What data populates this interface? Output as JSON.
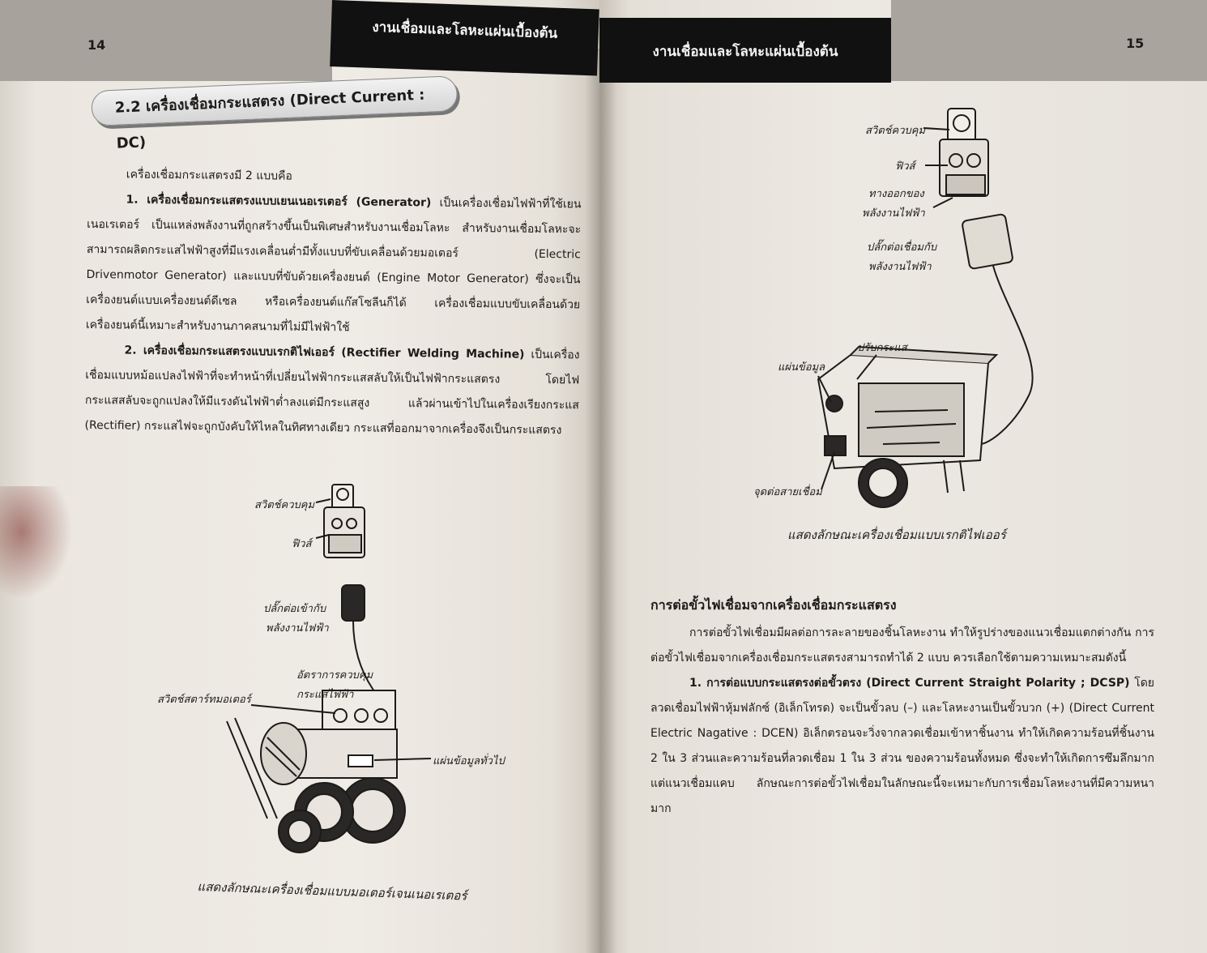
{
  "left_page": {
    "header": "งานเชื่อมและโลหะแผ่นเบื้องต้น",
    "page_number": "14",
    "section_title": "2.2 เครื่องเชื่อมกระแสตรง (Direct Current : DC)",
    "paragraphs": {
      "intro": "เครื่องเชื่อมกระแสตรงมี 2 แบบคือ",
      "p1_bold": "1. เครื่องเชื่อมกระแสตรงแบบเยนเนอเรเตอร์ (Generator)",
      "p1_text": " เป็นเครื่องเชื่อมไฟฟ้าที่ใช้เยนเนอเรเตอร์ เป็นแหล่งพลังงานที่ถูกสร้างขึ้นเป็นพิเศษสำหรับงานเชื่อมโลหะ สำหรับงานเชื่อมโลหะจะสามารถผลิตกระแสไฟฟ้าสูงที่มีแรงเคลื่อนต่ำมีทั้งแบบที่ขับเคลื่อนด้วยมอเตอร์ (Electric Drivenmotor Generator) และแบบที่ขับด้วยเครื่องยนต์ (Engine Motor Generator) ซึ่งจะเป็นเครื่องยนต์แบบเครื่องยนต์ดีเซล หรือเครื่องยนต์แก๊สโซลีนก็ได้ เครื่องเชื่อมแบบขับเคลื่อนด้วยเครื่องยนต์นี้เหมาะสำหรับงานภาคสนามที่ไม่มีไฟฟ้าใช้",
      "p2_bold": "2. เครื่องเชื่อมกระแสตรงแบบเรกติไฟเออร์ (Rectifier Welding Machine)",
      "p2_text": " เป็นเครื่องเชื่อมแบบหม้อแปลงไฟฟ้าที่จะทำหน้าที่เปลี่ยนไฟฟ้ากระแสสลับให้เป็นไฟฟ้ากระแสตรง โดยไฟกระแสสลับจะถูกแปลงให้มีแรงดันไฟฟ้าต่ำลงแต่มีกระแสสูง แล้วผ่านเข้าไปในเครื่องเรียงกระแส (Rectifier) กระแสไฟจะถูกบังคับให้ไหลในทิศทางเดียว กระแสที่ออกมาจากเครื่องจึงเป็นกระแสตรง"
    },
    "figure": {
      "labels": {
        "control_switch": "สวิตช์ควบคุม",
        "fuse": "ฟิวส์",
        "plug": "ปลั๊กต่อเข้ากับ",
        "plug_2": "พลังงานไฟฟ้า",
        "rate": "อัตราการควบคุม",
        "rate_2": "กระแสไฟฟ้า",
        "motor_switch": "สวิตช์สตาร์ทมอเตอร์",
        "info_plate": "แผ่นข้อมูลทั่วไป"
      },
      "caption": "แสดงลักษณะเครื่องเชื่อมแบบมอเตอร์เจนเนอเรเตอร์"
    }
  },
  "right_page": {
    "header": "งานเชื่อมและโลหะแผ่นเบื้องต้น",
    "page_number": "15",
    "figure": {
      "labels": {
        "control_switch": "สวิตช์ควบคุม",
        "fuse": "ฟิวส์",
        "outlet": "ทางออกของ",
        "outlet_2": "พลังงานไฟฟ้า",
        "plug": "ปลั๊กต่อเชื่อมกับ",
        "plug_2": "พลังงานไฟฟ้า",
        "adjust": "ปรับกระแส",
        "info_plate": "แผ่นข้อมูล",
        "terminal": "จุดต่อสายเชื่อม"
      },
      "caption": "แสดงลักษณะเครื่องเชื่อมแบบเรกติไฟเออร์"
    },
    "section_heading": "การต่อขั้วไฟเชื่อมจากเครื่องเชื่อมกระแสตรง",
    "paragraphs": {
      "intro": "การต่อขั้วไฟเชื่อมมีผลต่อการละลายของชิ้นโลหะงาน ทำให้รูปร่างของแนวเชื่อมแตกต่างกัน การต่อขั้วไฟเชื่อมจากเครื่องเชื่อมกระแสตรงสามารถทำได้ 2 แบบ ควรเลือกใช้ตามความเหมาะสมดังนี้",
      "p1_bold": "1. การต่อแบบกระแสตรงต่อขั้วตรง (Direct Current Straight Polarity ; DCSP)",
      "p1_text": " โดยลวดเชื่อมไฟฟ้าหุ้มฟลักซ์ (อิเล็กโทรด) จะเป็นขั้วลบ (–) และโลหะงานเป็นขั้วบวก (+) (Direct Current Electric Nagative : DCEN) อิเล็กตรอนจะวิ่งจากลวดเชื่อมเข้าหาชิ้นงาน ทำให้เกิดความร้อนที่ชิ้นงาน 2 ใน 3 ส่วนและความร้อนที่ลวดเชื่อม 1 ใน 3 ส่วน ของความร้อนทั้งหมด ซึ่งจะทำให้เกิดการซึมลึกมาก แต่แนวเชื่อมแคบ ลักษณะการต่อขั้วไฟเชื่อมในลักษณะนี้จะเหมาะกับการเชื่อมโลหะงานที่มีความหนามาก"
    }
  }
}
